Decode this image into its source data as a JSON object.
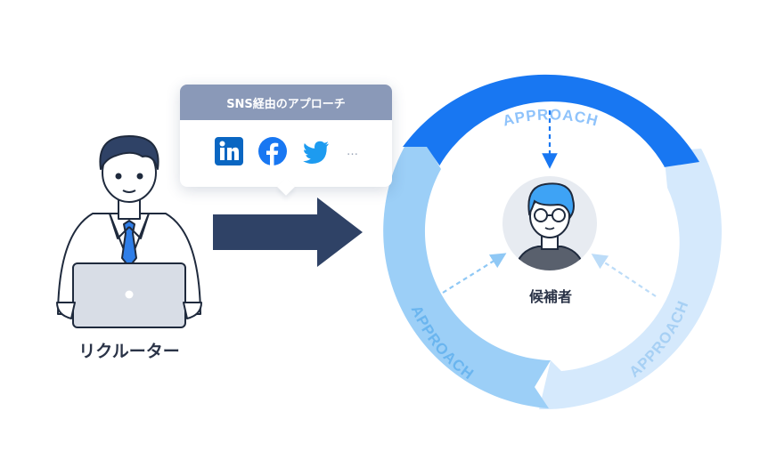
{
  "popup": {
    "title": "SNS経由のアプローチ",
    "icons": [
      "linkedin-icon",
      "facebook-icon",
      "twitter-icon"
    ],
    "more": "…"
  },
  "recruiter": {
    "label": "リクルーター"
  },
  "candidate": {
    "label": "候補者"
  },
  "cycle": {
    "top": "APPROACH",
    "left": "APPROACH",
    "right": "APPROACH"
  },
  "colors": {
    "navy": "#2f4266",
    "ring_top": "#1877f2",
    "ring_left": "#9ccff7",
    "ring_right": "#d5e9fc",
    "linkedin": "#0a66c2",
    "facebook": "#1877f2",
    "twitter": "#1d9bf0"
  }
}
